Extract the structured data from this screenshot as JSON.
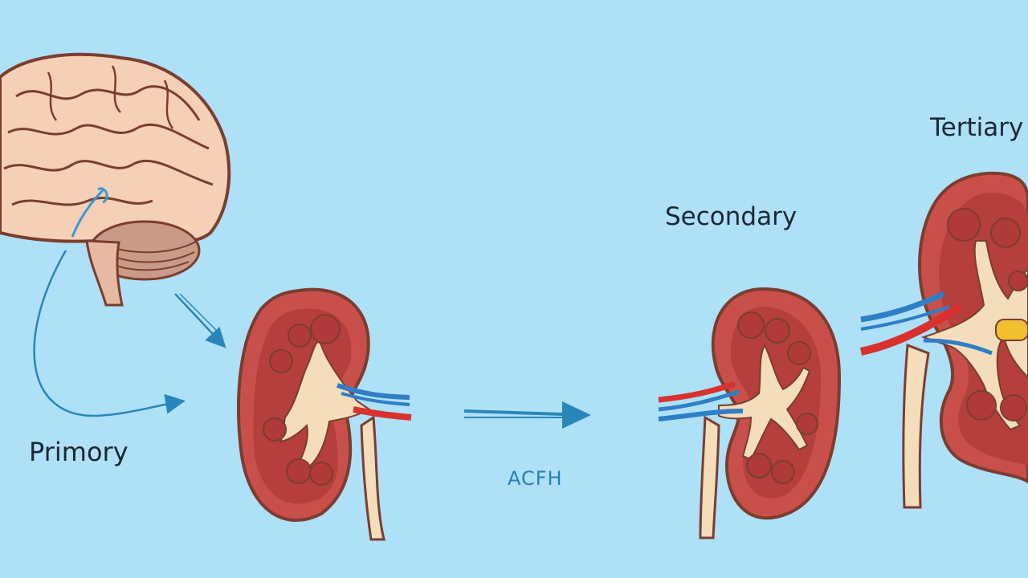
{
  "labels": {
    "primary": "Primory",
    "secondary": "Secondary",
    "tertiary": "Tertiary",
    "hormone": "ACFH"
  },
  "colors": {
    "background": "#aee0f8",
    "kidney_outer": "#c9504a",
    "kidney_inner": "#b43f3b",
    "pelvis": "#f3ddbb",
    "artery": "#d9322e",
    "vein": "#2f7ec6",
    "brain": "#f6cfb7",
    "brain_line": "#7a3d2f",
    "arrow": "#2a86b8",
    "text": "#1c2733"
  },
  "icons": [
    "brain-icon",
    "kidney-icon",
    "arrow-icon",
    "adrenal-nodule-icon"
  ]
}
